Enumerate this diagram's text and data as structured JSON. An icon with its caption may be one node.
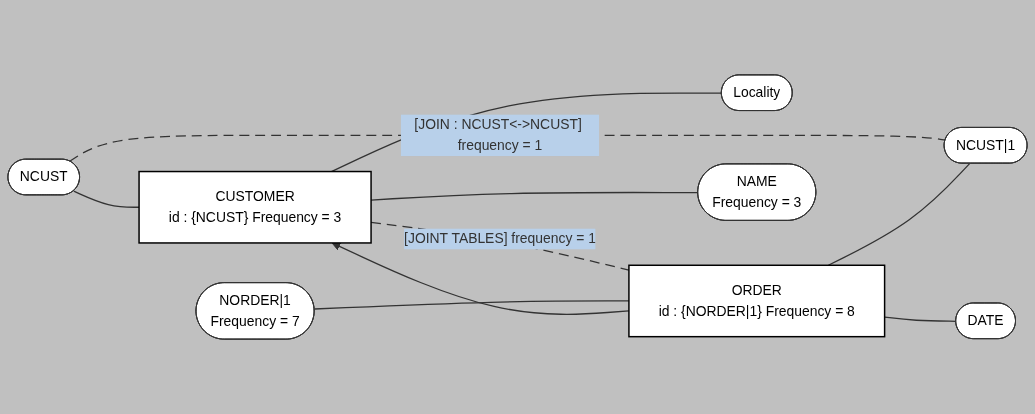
{
  "diagram": {
    "nodes": [
      {
        "text": [
          "NCUST"
        ]
      },
      {
        "text": [
          "NORDER|1",
          "Frequency = 7"
        ]
      },
      {
        "text": [
          "CUSTOMER",
          "id : {NCUST} Frequency = 3"
        ]
      },
      {
        "text": [
          "Locality"
        ]
      },
      {
        "text": [
          "ORDER",
          "id : {NORDER|1} Frequency = 8"
        ]
      },
      {
        "text": [
          "NCUST|1"
        ]
      },
      {
        "text": [
          "NAME",
          "Frequency = 3"
        ]
      },
      {
        "text": [
          "DATE"
        ]
      }
    ],
    "edges": [
      {
        "from": 0,
        "to": 2,
        "arrow": "none"
      },
      {
        "from": 4,
        "to": 2,
        "arrow": "to"
      },
      {
        "from": 2,
        "to": 3,
        "arrow": "none"
      },
      {
        "from": 0,
        "to": 5,
        "arrow": "none",
        "label": "[JOIN : NCUST<->NCUST] frequency = 1",
        "style": "dashed"
      },
      {
        "from": 2,
        "to": 4,
        "arrow": "none",
        "label": "[JOINT TABLES] frequency = 1",
        "style": "dashed"
      },
      {
        "from": 1,
        "to": 4,
        "arrow": "none"
      },
      {
        "from": 4,
        "to": 5,
        "arrow": "none"
      },
      {
        "from": 2,
        "to": 6,
        "arrow": "none"
      },
      {
        "from": 4,
        "to": 7,
        "arrow": "none"
      }
    ]
  }
}
